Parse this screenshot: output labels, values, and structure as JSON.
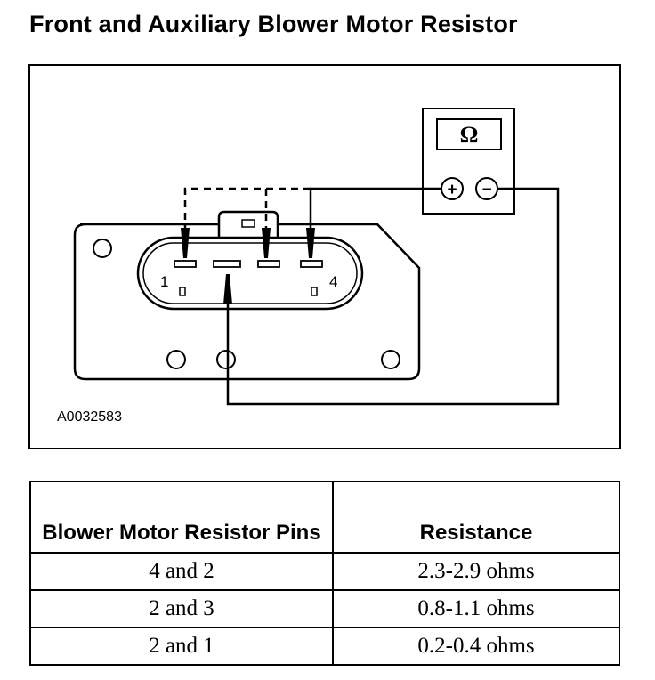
{
  "title": "Front and Auxiliary Blower Motor Resistor",
  "figure": {
    "id_label": "A0032583",
    "meter_symbol": "Ω",
    "plus_symbol": "+",
    "minus_symbol": "−",
    "pin_label_1": "1",
    "pin_label_4": "4"
  },
  "table": {
    "headers": [
      "Blower Motor Resistor Pins",
      "Resistance"
    ],
    "rows": [
      {
        "pins": "4 and 2",
        "resistance": "2.3-2.9 ohms"
      },
      {
        "pins": "2 and 3",
        "resistance": "0.8-1.1 ohms"
      },
      {
        "pins": "2 and 1",
        "resistance": "0.2-0.4 ohms"
      }
    ]
  }
}
